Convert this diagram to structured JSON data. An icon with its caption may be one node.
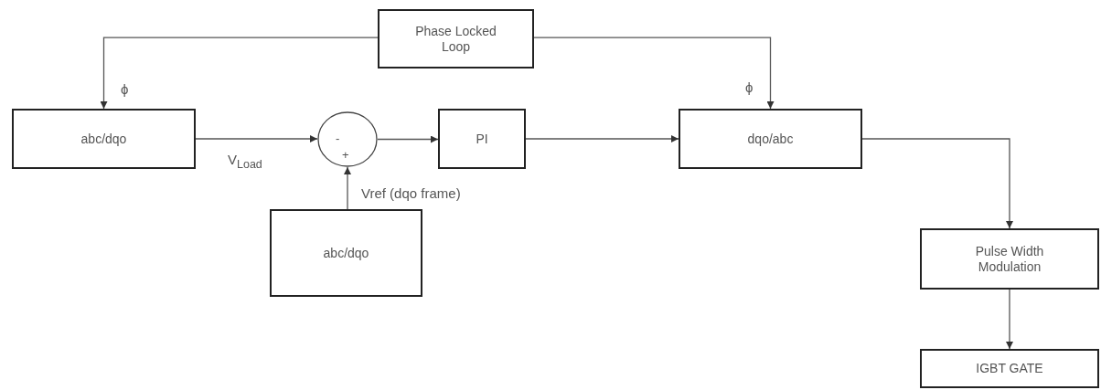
{
  "diagram": {
    "nodes": [
      {
        "text": [
          "Phase Locked Loop"
        ]
      },
      {
        "text": [
          "abc/dqo"
        ]
      },
      {
        "text": [
          "-",
          "+"
        ]
      },
      {
        "text": [
          "PI"
        ]
      },
      {
        "text": [
          "abc/dqo"
        ]
      },
      {
        "text": [
          "dqo/abc"
        ]
      },
      {
        "text": [
          "Pulse Width Modulation"
        ]
      },
      {
        "text": [
          "IGBT GATE"
        ]
      }
    ],
    "edges": [
      {
        "from": 0,
        "to": 1,
        "arrow": "to",
        "label": "ϕ"
      },
      {
        "from": 0,
        "to": 5,
        "arrow": "to",
        "label": "ϕ"
      },
      {
        "from": 1,
        "to": 2,
        "arrow": "to",
        "label": "V$_{Load}$"
      },
      {
        "from": 2,
        "to": 3,
        "arrow": "to"
      },
      {
        "from": 4,
        "to": 2,
        "arrow": "to",
        "label": "Vref (dqo frame)"
      },
      {
        "from": 3,
        "to": 5,
        "arrow": "to"
      },
      {
        "from": 5,
        "to": 6,
        "arrow": "to"
      },
      {
        "from": 6,
        "to": 7,
        "arrow": "to"
      }
    ]
  }
}
